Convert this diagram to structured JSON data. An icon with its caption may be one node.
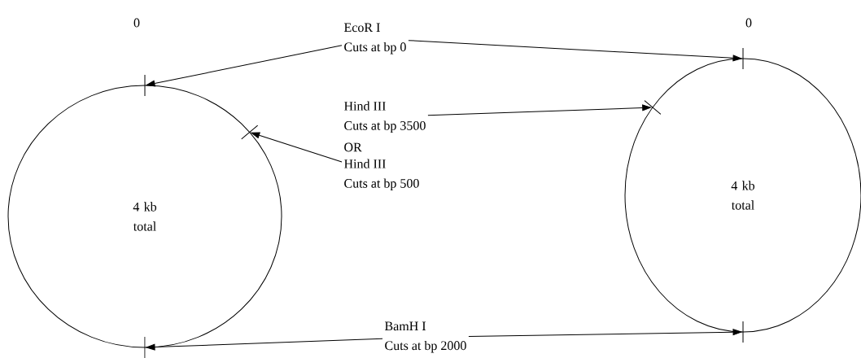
{
  "diagram": {
    "nodes": [
      {
        "text": [
          "4 kb total"
        ]
      },
      {
        "text": [
          "4 kb total"
        ]
      },
      {
        "text": [],
        "shape": "bar"
      },
      {
        "text": [],
        "shape": "bar"
      },
      {
        "text": [],
        "shape": "bar"
      },
      {
        "text": [],
        "shape": "bar"
      },
      {
        "text": [],
        "shape": "bar"
      },
      {
        "text": [],
        "shape": "bar"
      },
      {
        "text": [
          "EcoR I",
          "Cuts at bp 0"
        ]
      },
      {
        "text": [
          "Hind III",
          "Cuts at bp 3500"
        ]
      },
      {
        "text": [
          "Hind III",
          "Cuts at bp 500"
        ]
      },
      {
        "text": [
          "BamH I",
          "Cuts at bp 2000"
        ]
      }
    ],
    "edges": [
      {
        "from": 8,
        "to": 2,
        "arrow": "to"
      },
      {
        "from": 8,
        "to": 5,
        "arrow": "to"
      },
      {
        "from": 9,
        "to": 6,
        "arrow": "to"
      },
      {
        "from": 10,
        "to": 3,
        "arrow": "to"
      },
      {
        "from": 11,
        "to": 4,
        "arrow": "to"
      },
      {
        "from": 11,
        "to": 7,
        "arrow": "to"
      }
    ],
    "labels": [
      "0",
      "0",
      "OR"
    ]
  }
}
